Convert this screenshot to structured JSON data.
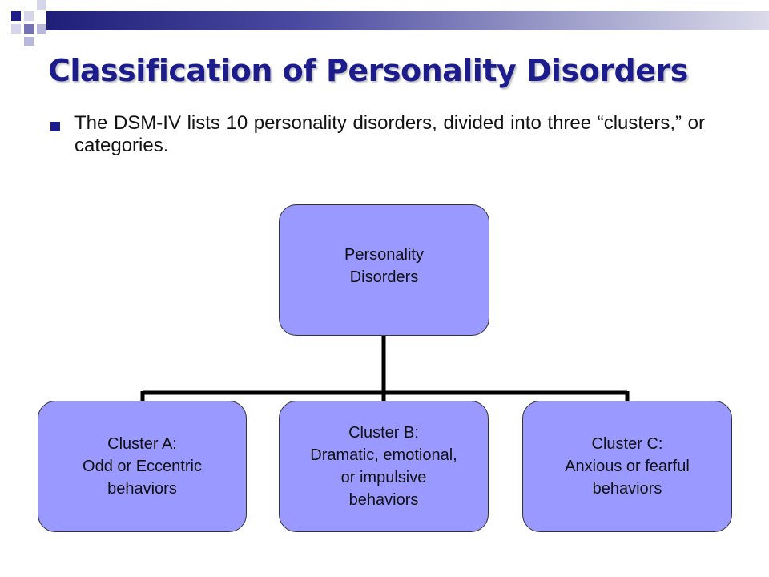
{
  "slide": {
    "title": "Classification of Personality Disorders",
    "bullet": "The DSM-IV lists 10 personality disorders, divided into three “clusters,” or categories."
  },
  "diagram": {
    "root": {
      "label": "Personality\nDisorders"
    },
    "children": [
      {
        "label": "Cluster A:\nOdd or Eccentric\nbehaviors"
      },
      {
        "label": "Cluster B:\nDramatic, emotional,\nor impulsive\nbehaviors"
      },
      {
        "label": "Cluster C:\nAnxious or fearful\nbehaviors"
      }
    ]
  },
  "colors": {
    "title": "#1c1c8c",
    "node_fill": "#9999ff",
    "connector": "#000000"
  }
}
